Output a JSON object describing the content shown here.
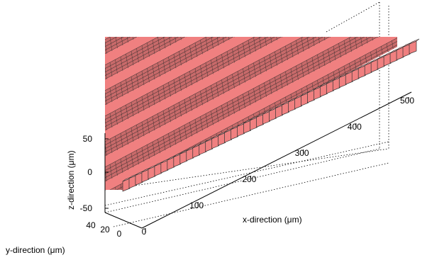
{
  "chart_data": {
    "type": "surface",
    "xlabel": "x-direction (μm)",
    "ylabel": "y-direction (μm)",
    "zlabel": "z-direction (μm)",
    "x_ticks": [
      "0",
      "100",
      "200",
      "300",
      "400",
      "500"
    ],
    "y_ticks": [
      "0",
      "20",
      "40"
    ],
    "z_ticks": [
      "-50",
      "0",
      "50"
    ],
    "xlim": [
      0,
      500
    ],
    "ylim": [
      0,
      40
    ],
    "zlim": [
      -50,
      50
    ],
    "grid": "dotted box",
    "colors": {
      "surface": "#f08080",
      "mesh": "#2a2a2a",
      "axis": "#000000"
    }
  }
}
